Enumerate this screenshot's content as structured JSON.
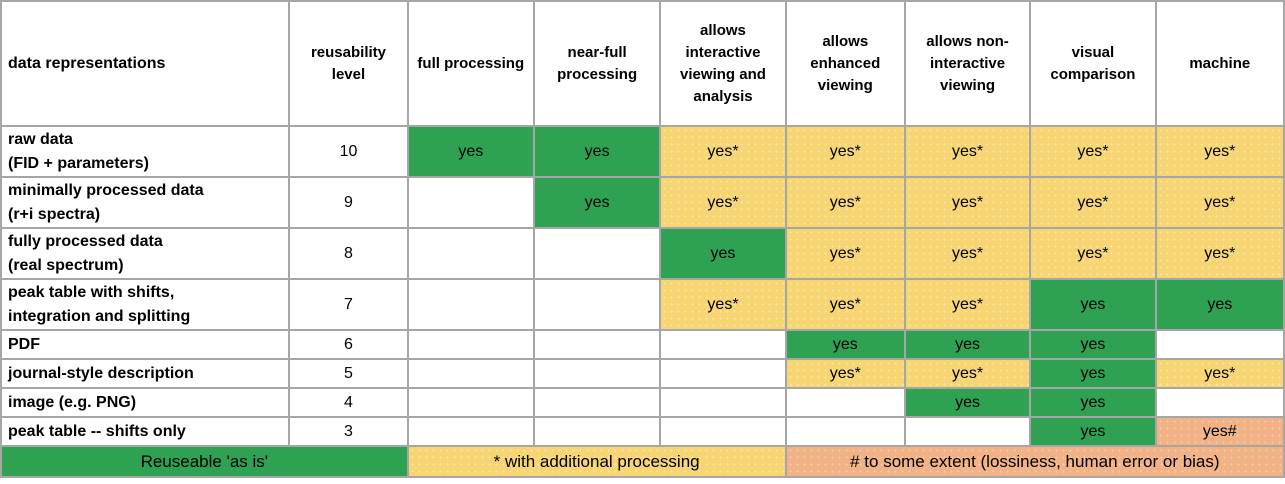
{
  "colors": {
    "green": "#2ea153",
    "yellow": "#f6d572",
    "orange": "#f1b286",
    "grid": "#a6a6a6",
    "outer_border": "#4d4d4d"
  },
  "chart_data": {
    "type": "table",
    "title": "",
    "columns": [
      "data representations",
      "reusability level",
      "full processing",
      "near-full processing",
      "allows interactive viewing and analysis",
      "allows enhanced viewing",
      "allows non-interactive viewing",
      "visual comparison",
      "machine"
    ],
    "rows": [
      {
        "label": "raw data\n(FID + parameters)",
        "level": "10",
        "cells": [
          {
            "text": "yes",
            "type": "green"
          },
          {
            "text": "yes",
            "type": "green"
          },
          {
            "text": "yes*",
            "type": "yellow"
          },
          {
            "text": "yes*",
            "type": "yellow"
          },
          {
            "text": "yes*",
            "type": "yellow"
          },
          {
            "text": "yes*",
            "type": "yellow"
          },
          {
            "text": "yes*",
            "type": "yellow"
          }
        ]
      },
      {
        "label": "minimally processed data\n(r+i spectra)",
        "level": "9",
        "cells": [
          {
            "text": "",
            "type": "empty"
          },
          {
            "text": "yes",
            "type": "green"
          },
          {
            "text": "yes*",
            "type": "yellow"
          },
          {
            "text": "yes*",
            "type": "yellow"
          },
          {
            "text": "yes*",
            "type": "yellow"
          },
          {
            "text": "yes*",
            "type": "yellow"
          },
          {
            "text": "yes*",
            "type": "yellow"
          }
        ]
      },
      {
        "label": "fully processed data\n(real spectrum)",
        "level": "8",
        "cells": [
          {
            "text": "",
            "type": "empty"
          },
          {
            "text": "",
            "type": "empty"
          },
          {
            "text": "yes",
            "type": "green"
          },
          {
            "text": "yes*",
            "type": "yellow"
          },
          {
            "text": "yes*",
            "type": "yellow"
          },
          {
            "text": "yes*",
            "type": "yellow"
          },
          {
            "text": "yes*",
            "type": "yellow"
          }
        ]
      },
      {
        "label": "peak table with shifts,\nintegration and splitting",
        "level": "7",
        "cells": [
          {
            "text": "",
            "type": "empty"
          },
          {
            "text": "",
            "type": "empty"
          },
          {
            "text": "yes*",
            "type": "yellow"
          },
          {
            "text": "yes*",
            "type": "yellow"
          },
          {
            "text": "yes*",
            "type": "yellow"
          },
          {
            "text": "yes",
            "type": "green"
          },
          {
            "text": "yes",
            "type": "green"
          }
        ]
      },
      {
        "label": "PDF",
        "level": "6",
        "cells": [
          {
            "text": "",
            "type": "empty"
          },
          {
            "text": "",
            "type": "empty"
          },
          {
            "text": "",
            "type": "empty"
          },
          {
            "text": "yes",
            "type": "green"
          },
          {
            "text": "yes",
            "type": "green"
          },
          {
            "text": "yes",
            "type": "green"
          },
          {
            "text": "",
            "type": "empty"
          }
        ]
      },
      {
        "label": "journal-style description",
        "level": "5",
        "cells": [
          {
            "text": "",
            "type": "empty"
          },
          {
            "text": "",
            "type": "empty"
          },
          {
            "text": "",
            "type": "empty"
          },
          {
            "text": "yes*",
            "type": "yellow"
          },
          {
            "text": "yes*",
            "type": "yellow"
          },
          {
            "text": "yes",
            "type": "green"
          },
          {
            "text": "yes*",
            "type": "yellow"
          }
        ]
      },
      {
        "label": "image (e.g. PNG)",
        "level": "4",
        "cells": [
          {
            "text": "",
            "type": "empty"
          },
          {
            "text": "",
            "type": "empty"
          },
          {
            "text": "",
            "type": "empty"
          },
          {
            "text": "",
            "type": "empty"
          },
          {
            "text": "yes",
            "type": "green"
          },
          {
            "text": "yes",
            "type": "green"
          },
          {
            "text": "",
            "type": "empty"
          }
        ]
      },
      {
        "label": "peak table -- shifts only",
        "level": "3",
        "cells": [
          {
            "text": "",
            "type": "empty"
          },
          {
            "text": "",
            "type": "empty"
          },
          {
            "text": "",
            "type": "empty"
          },
          {
            "text": "",
            "type": "empty"
          },
          {
            "text": "",
            "type": "empty"
          },
          {
            "text": "yes",
            "type": "green"
          },
          {
            "text": "yes#",
            "type": "orange"
          }
        ]
      }
    ],
    "legend": [
      {
        "text": "Reuseable 'as is'",
        "type": "green",
        "span": 2
      },
      {
        "text": "* with additional processing",
        "type": "yellow",
        "span": 3
      },
      {
        "text": "# to some extent  (lossiness, human error or bias)",
        "type": "orange",
        "span": 4
      }
    ]
  }
}
